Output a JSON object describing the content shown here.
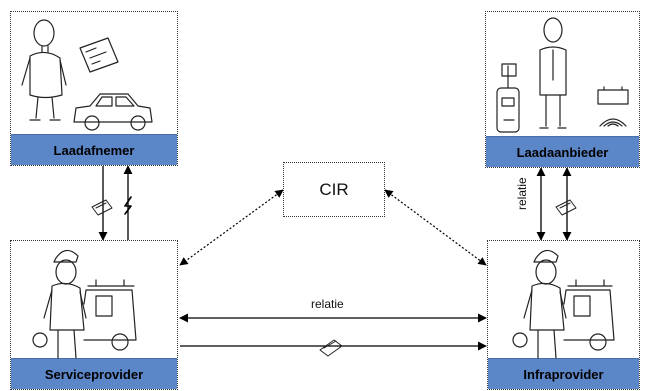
{
  "nodes": {
    "laadafnemer": {
      "label": "Laadafnemer"
    },
    "laadaanbieder": {
      "label": "Laadaanbieder"
    },
    "serviceprovider": {
      "label": "Serviceprovider"
    },
    "infraprovider": {
      "label": "Infraprovider"
    },
    "cir": {
      "label": "CIR"
    }
  },
  "edges": {
    "sp_ip_relation": {
      "label": "relatie"
    },
    "la_ip_relation": {
      "label": "relatie"
    }
  },
  "icons": [
    "person-icon",
    "charge-card-icon",
    "car-icon",
    "charging-station-icon",
    "battery-icon",
    "service-worker-icon",
    "service-van-icon",
    "lightning-icon"
  ],
  "colors": {
    "label_bar": "#5b86c7",
    "line": "#000000"
  }
}
